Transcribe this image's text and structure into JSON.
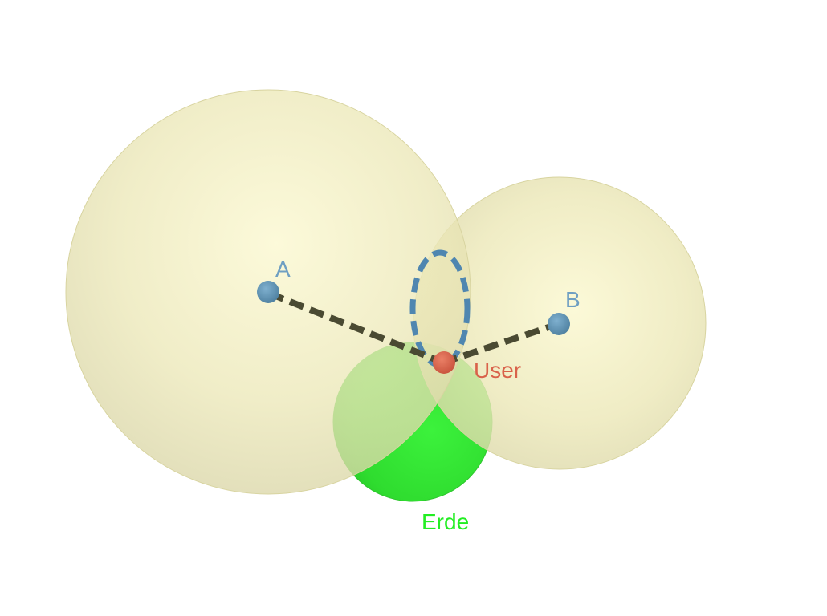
{
  "labels": {
    "point_a": "A",
    "point_b": "B",
    "user": "User",
    "earth": "Erde"
  },
  "colors": {
    "sphere_fill": "#f3f0b0",
    "sphere_edge": "#e0dca2",
    "earth_fill": "#35e635",
    "point_blue": "#5b8fb0",
    "user_red": "#d9624a",
    "earth_label": "#22ee22",
    "line_dark": "#4a4a32",
    "circle_dash": "#4f86b0"
  }
}
